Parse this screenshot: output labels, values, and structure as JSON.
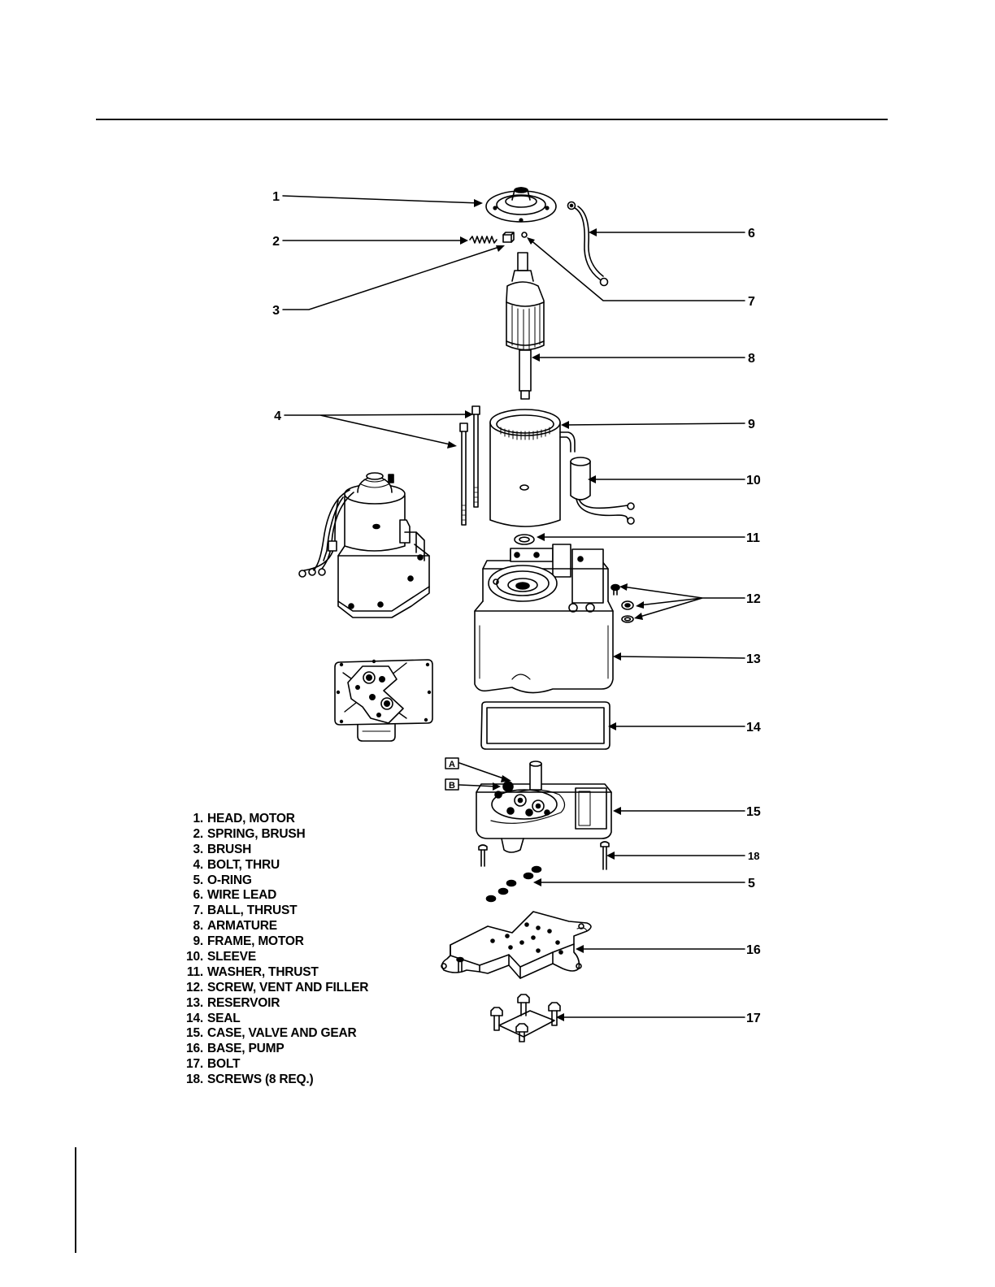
{
  "callouts": [
    "1",
    "2",
    "3",
    "4",
    "5",
    "6",
    "7",
    "8",
    "9",
    "10",
    "11",
    "12",
    "13",
    "14",
    "15",
    "16",
    "17",
    "18"
  ],
  "detail_boxes": [
    "A",
    "B"
  ],
  "legend": [
    {
      "num": "1.",
      "text": "HEAD, MOTOR"
    },
    {
      "num": "2.",
      "text": "SPRING, BRUSH"
    },
    {
      "num": "3.",
      "text": "BRUSH"
    },
    {
      "num": "4.",
      "text": "BOLT, THRU"
    },
    {
      "num": "5.",
      "text": "O-RING"
    },
    {
      "num": "6.",
      "text": "WIRE LEAD"
    },
    {
      "num": "7.",
      "text": "BALL, THRUST"
    },
    {
      "num": "8.",
      "text": "ARMATURE"
    },
    {
      "num": "9.",
      "text": "FRAME, MOTOR"
    },
    {
      "num": "10.",
      "text": "SLEEVE"
    },
    {
      "num": "11.",
      "text": "WASHER, THRUST"
    },
    {
      "num": "12.",
      "text": "SCREW, VENT AND FILLER"
    },
    {
      "num": "13.",
      "text": "RESERVOIR"
    },
    {
      "num": "14.",
      "text": "SEAL"
    },
    {
      "num": "15.",
      "text": "CASE, VALVE AND GEAR"
    },
    {
      "num": "16.",
      "text": "BASE, PUMP"
    },
    {
      "num": "17.",
      "text": "BOLT"
    },
    {
      "num": "18.",
      "text": "SCREWS (8 REQ.)"
    }
  ]
}
